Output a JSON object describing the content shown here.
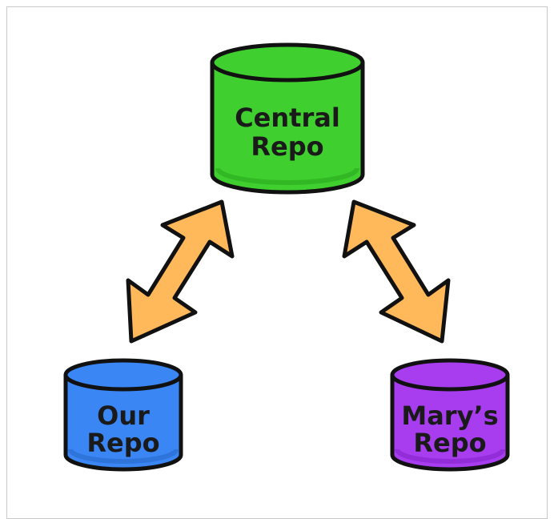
{
  "diagram": {
    "central_repo": {
      "line1": "Central",
      "line2": "Repo",
      "color": "#3fcf2e"
    },
    "our_repo": {
      "line1": "Our",
      "line2": "Repo",
      "color": "#3a86f5"
    },
    "marys_repo": {
      "line1": "Mary’s",
      "line2": "Repo",
      "color": "#a83df0"
    },
    "arrow_color": "#ffb95a",
    "outline_color": "#111111"
  }
}
